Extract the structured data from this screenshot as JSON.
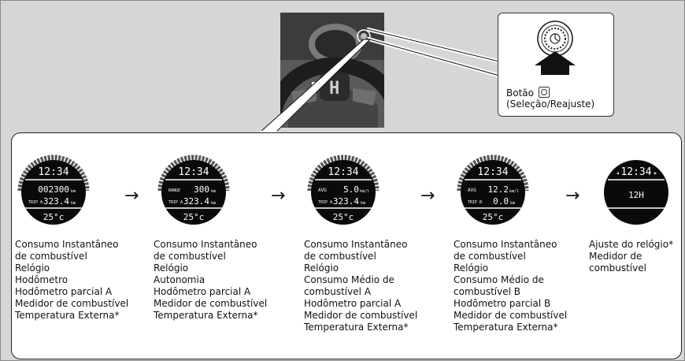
{
  "callout": {
    "button_label": "Botão",
    "button_icon": "selector-knob-icon",
    "button_caption": "(Seleção/Reajuste)"
  },
  "arrow_glyph": "→",
  "displays": [
    {
      "clock": "12:34",
      "label_left": "",
      "value_top": "002300",
      "unit_top": "km",
      "trip_label": "TRIP A",
      "value_trip": "323.4",
      "unit_trip": "km",
      "temp": "25°c",
      "descriptions": [
        "Consumo Instantâneo",
        "de combustível",
        "Relógio",
        "Hodômetro",
        "Hodômetro parcial A",
        "Medidor de combustível",
        "Temperatura Externa*"
      ]
    },
    {
      "clock": "12:34",
      "label_left": "RANGE",
      "value_top": "300",
      "unit_top": "km",
      "trip_label": "TRIP A",
      "value_trip": "323.4",
      "unit_trip": "km",
      "temp": "25°c",
      "descriptions": [
        "Consumo Instantâneo",
        "de combustível",
        "Relógio",
        "Autonomia",
        "Hodômetro parcial A",
        "Medidor de combustível",
        "Temperatura Externa*"
      ]
    },
    {
      "clock": "12:34",
      "label_left": "AVG",
      "value_top": "5.0",
      "unit_top": "km/l",
      "trip_label": "TRIP A",
      "value_trip": "323.4",
      "unit_trip": "km",
      "temp": "25°c",
      "descriptions": [
        "Consumo Instantâneo",
        "de combustível",
        "Relógio",
        "Consumo Médio de",
        "combustível A",
        "Hodômetro parcial A",
        "Medidor de combustível",
        "Temperatura Externa*"
      ]
    },
    {
      "clock": "12:34",
      "label_left": "AVG",
      "value_top": "12.2",
      "unit_top": "km/l",
      "trip_label": "TRIP B",
      "value_trip": "0.0",
      "unit_trip": "km",
      "temp": "25°c",
      "descriptions": [
        "Consumo Instantâneo",
        "de combustível",
        "Relógio",
        "Consumo Médio de",
        "combustível B",
        "Hodômetro parcial B",
        "Medidor de combustível",
        "Temperatura Externa*"
      ]
    },
    {
      "clock": "12:34",
      "clock_mode": "12H",
      "descriptions": [
        "Ajuste do relógio*",
        "Medidor de",
        "combustível"
      ]
    }
  ]
}
